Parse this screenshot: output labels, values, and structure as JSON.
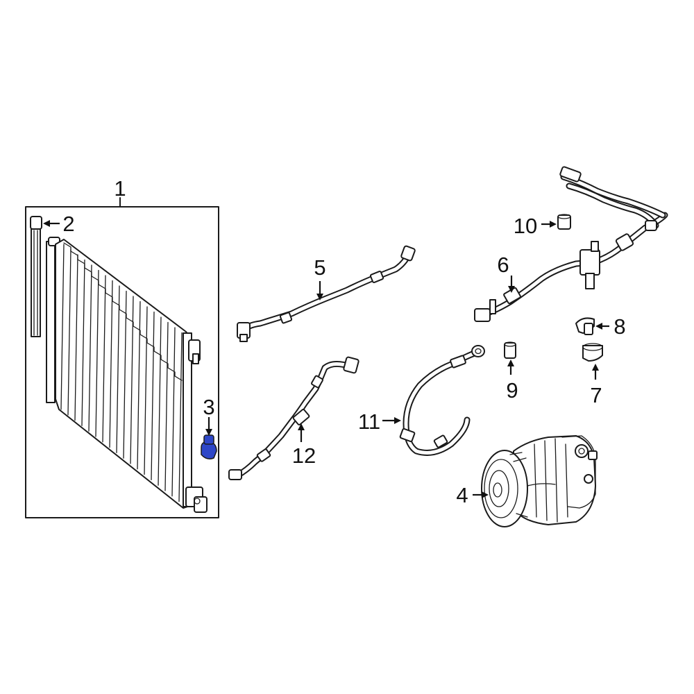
{
  "diagram": {
    "highlight_color": "#2e47c8",
    "callouts": {
      "c1": "1",
      "c2": "2",
      "c3": "3",
      "c4": "4",
      "c5": "5",
      "c6": "6",
      "c7": "7",
      "c8": "8",
      "c9": "9",
      "c10": "10",
      "c11": "11",
      "c12": "12"
    }
  }
}
